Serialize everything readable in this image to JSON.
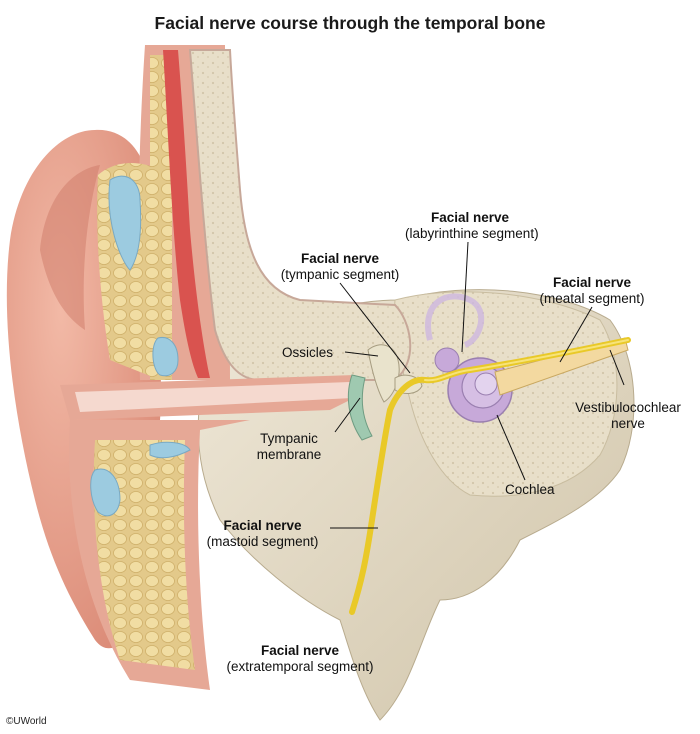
{
  "title": "Facial nerve course through the temporal bone",
  "labels": {
    "labyrinthine": {
      "title": "Facial nerve",
      "sub": "(labyrinthine segment)"
    },
    "tympanic": {
      "title": "Facial nerve",
      "sub": "(tympanic segment)"
    },
    "meatal": {
      "title": "Facial nerve",
      "sub": "(meatal segment)"
    },
    "ossicles": "Ossicles",
    "tympanic_membrane": {
      "line1": "Tympanic",
      "line2": "membrane"
    },
    "vestibulocochlear": {
      "line1": "Vestibulocochlear",
      "line2": "nerve"
    },
    "cochlea": "Cochlea",
    "mastoid": {
      "title": "Facial nerve",
      "sub": "(mastoid segment)"
    },
    "extratemporal": {
      "title": "Facial nerve",
      "sub": "(extratemporal segment)"
    }
  },
  "copyright": "©UWorld",
  "colors": {
    "skin": "#e8a28f",
    "bone": "#e5dcc8",
    "fat": "#e9d49a",
    "fluid": "#9ccbe0",
    "artery": "#d9534f",
    "nerve": "#e9c928",
    "cochlea": "#c7a9d9"
  }
}
